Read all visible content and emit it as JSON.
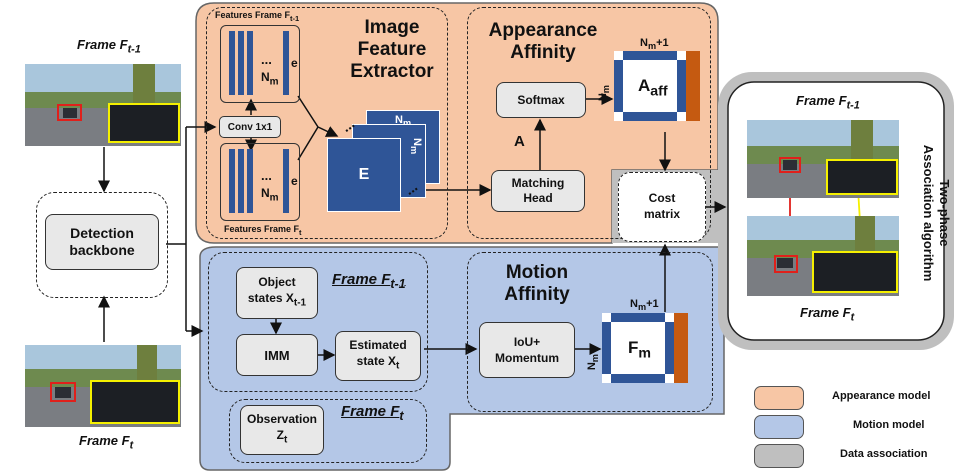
{
  "frames": {
    "prev_left": "Frame F",
    "prev_left_sub": "t-1",
    "curr_left": "Frame F",
    "curr_left_sub": "t",
    "prev_right": "Frame F",
    "prev_right_sub": "t-1",
    "curr_right": "Frame F",
    "curr_right_sub": "t"
  },
  "detection": {
    "label_l1": "Detection",
    "label_l2": "backbone"
  },
  "feature_extractor": {
    "title_l1": "Image",
    "title_l2": "Feature",
    "title_l3": "Extractor",
    "features_top": "Features Frame F",
    "features_top_sub": "t-1",
    "features_bottom": "Features  Frame F",
    "features_bottom_sub": "t",
    "conv": "Conv 1x1",
    "dots": "...",
    "nm": "N",
    "nm_sub": "m",
    "e": "e",
    "cube_label": "E",
    "cube_nm": "N",
    "cube_nm_sub": "m"
  },
  "appearance": {
    "title_l1": "Appearance",
    "title_l2": "Affinity",
    "softmax": "Softmax",
    "matching_l1": "Matching",
    "matching_l2": "Head",
    "a_label": "A",
    "matrix_label": "A",
    "matrix_sub": "aff",
    "nm1": "N",
    "nm1_sub": "m",
    "nm1_tail": "+1",
    "nm_side": "N",
    "nm_side_sub": "m"
  },
  "cost": {
    "l1": "Cost",
    "l2": "matrix"
  },
  "two_phase": {
    "l1": "Two-phase",
    "l2": "Association algorithm"
  },
  "motion": {
    "title_l1": "Motion",
    "title_l2": "Affinity",
    "object_l1": "Object",
    "object_l2": "states X",
    "object_sub": "t-1",
    "frame_prev": "Frame F",
    "frame_prev_sub": "t-1",
    "imm": "IMM",
    "estimated_l1": "Estimated",
    "estimated_l2": "state X",
    "estimated_sub": "t",
    "iou_l1": "IoU+",
    "iou_l2": "Momentum",
    "matrix_label": "F",
    "matrix_sub": "m",
    "nm1": "N",
    "nm1_sub": "m",
    "nm1_tail": "+1",
    "nm_side": "N",
    "nm_side_sub": "m",
    "observation_l1": "Observation",
    "observation_l2": "Z",
    "observation_sub": "t",
    "frame_curr": "Frame F",
    "frame_curr_sub": "t"
  },
  "legend": {
    "items": [
      {
        "label": "Appearance model",
        "color": "#f7c6a5"
      },
      {
        "label": "Motion model",
        "color": "#b4c7e7"
      },
      {
        "label": "Data association",
        "color": "#bfbfbf"
      }
    ]
  },
  "colors": {
    "appearance_bg": "#f7c6a5",
    "motion_bg": "#b4c7e7",
    "association_bg": "#bfbfbf",
    "feature_blue": "#2f5597",
    "matrix_orange": "#c55a11",
    "track_red": "#e0201b",
    "track_yellow": "#f5f000"
  }
}
